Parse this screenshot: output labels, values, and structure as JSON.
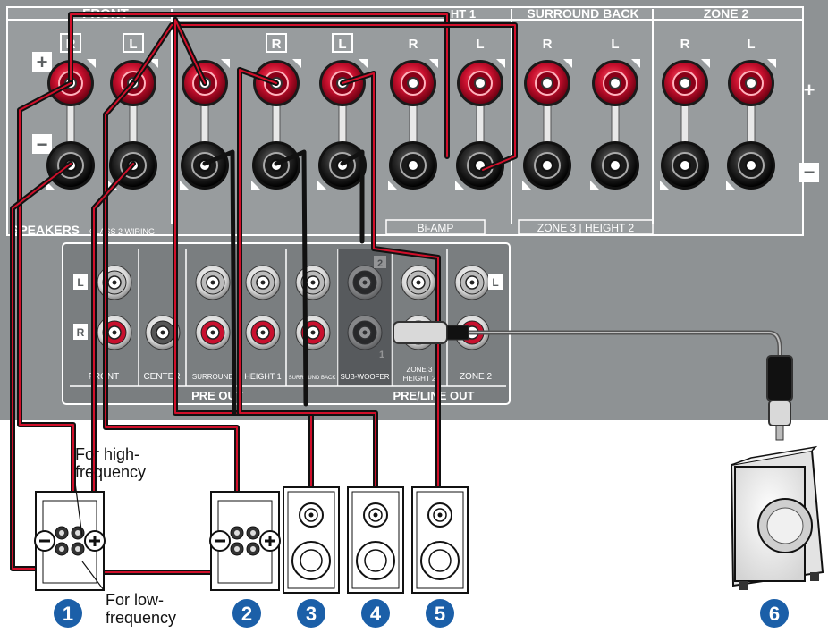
{
  "panel": {
    "section_front": "FRONT",
    "section_surround_back": "SURROUND BACK",
    "section_zone2": "ZONE 2",
    "section_partial": "HT 1",
    "speakers_label": "SPEAKERS",
    "class2_label": "CLASS 2 WIRING",
    "plus_sign": "+",
    "minus_sign": "−",
    "bi_amp_label": "Bi-AMP",
    "zone3_height2_label": "ZONE 3 | HEIGHT 2",
    "terminal_letters": [
      "R",
      "L",
      "R",
      "L",
      "R",
      "L",
      "R",
      "L",
      "R",
      "L"
    ]
  },
  "preout": {
    "side_letter_left": "L",
    "side_letter_right": "R",
    "side_letter_far": "L",
    "sub_channel_2": "2",
    "sub_channel_1": "1",
    "label_front": "FRONT",
    "label_center": "CENTER",
    "label_surround": "SURROUND",
    "label_height1": "HEIGHT 1",
    "label_surround_back": "SURROUND BACK",
    "label_subwoofer": "SUB-WOOFER",
    "label_zone3": "ZONE 3",
    "label_height2": "HEIGHT 2",
    "label_zone2": "ZONE 2",
    "group_pre_out": "PRE OUT",
    "group_pre_line_out": "PRE/LINE OUT"
  },
  "annotations": {
    "high_freq_line1": "For high-",
    "high_freq_line2": "frequency",
    "low_freq_line1": "For low-",
    "low_freq_line2": "frequency"
  },
  "badges": [
    "1",
    "2",
    "3",
    "4",
    "5",
    "6"
  ],
  "colors": {
    "panel": "#8e9294",
    "panel_dark": "#5c6062",
    "terminal_red": "#c8102e",
    "badge_blue": "#1b5fa8",
    "cable_red": "#d10f2a",
    "cable_black": "#111111"
  }
}
